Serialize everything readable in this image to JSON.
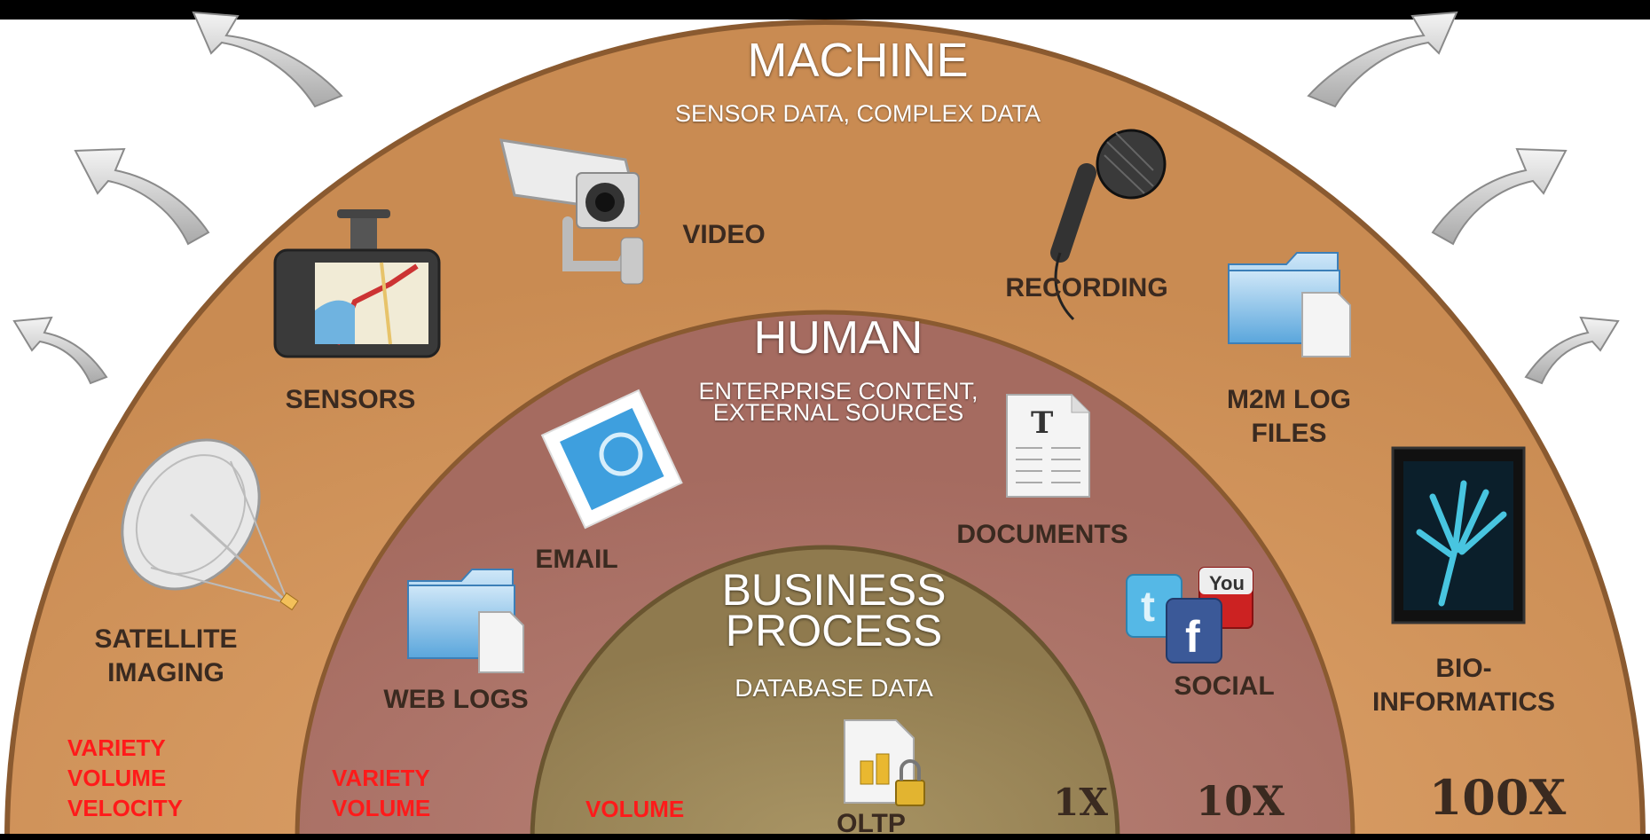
{
  "rings": {
    "machine": {
      "title": "MACHINE",
      "subtitle": "SENSOR DATA, COMPLEX DATA",
      "color": "#d49a61"
    },
    "human": {
      "title": "HUMAN",
      "subtitle_line1": "ENTERPRISE CONTENT,",
      "subtitle_line2": "EXTERNAL SOURCES",
      "color": "#ab7469"
    },
    "business": {
      "title_line1": "BUSINESS",
      "title_line2": "PROCESS",
      "subtitle": "DATABASE DATA",
      "color": "#9c8757"
    }
  },
  "items": {
    "video": "VIDEO",
    "recording": "RECORDING",
    "sensors": "SENSORS",
    "m2m_line1": "M2M LOG",
    "m2m_line2": "FILES",
    "satellite_line1": "SATELLITE",
    "satellite_line2": "IMAGING",
    "bio_line1": "BIO-",
    "bio_line2": "INFORMATICS",
    "email": "EMAIL",
    "documents": "DOCUMENTS",
    "web_logs": "WEB LOGS",
    "social": "SOCIAL",
    "oltp": "OLTP"
  },
  "characteristics": {
    "machine": [
      "VARIETY",
      "VOLUME",
      "VELOCITY"
    ],
    "human": [
      "VARIETY",
      "VOLUME"
    ],
    "business": [
      "VOLUME"
    ],
    "color": "#ff1a1a"
  },
  "multipliers": {
    "business": "1X",
    "human": "10X",
    "machine": "100X"
  },
  "icons": [
    "arrow-icon",
    "satellite-dish-icon",
    "sensors-gps-icon",
    "video-camera-icon",
    "microphone-icon",
    "m2m-folder-icon",
    "xray-film-icon",
    "email-stamp-icon",
    "document-icon",
    "web-logs-folder-icon",
    "social-icons",
    "oltp-database-lock-icon"
  ]
}
